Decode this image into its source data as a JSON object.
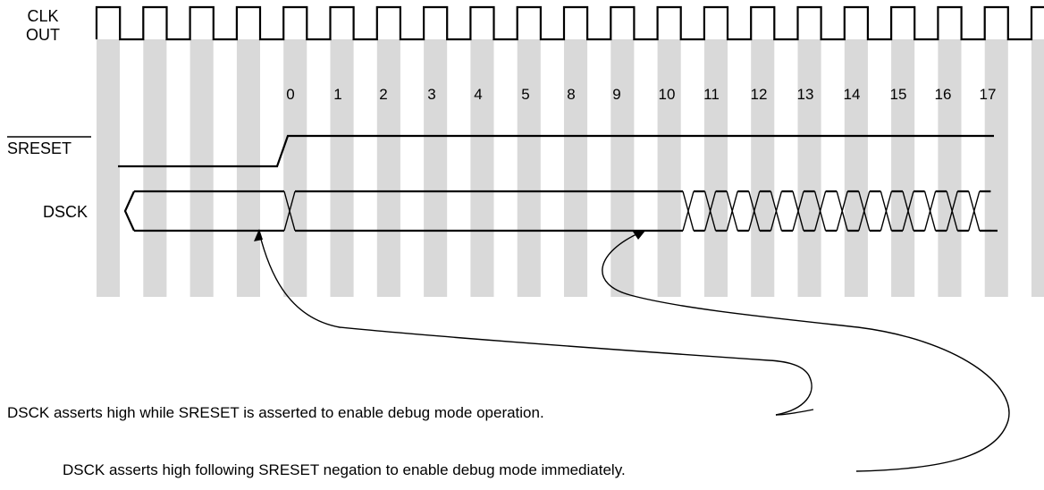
{
  "signals": {
    "clk_line1": "CLK",
    "clk_line2": "OUT",
    "sreset": "SRESET",
    "dsck": "DSCK"
  },
  "cycles": [
    "0",
    "1",
    "2",
    "3",
    "4",
    "5",
    "8",
    "9",
    "10",
    "11",
    "12",
    "13",
    "14",
    "15",
    "16",
    "17"
  ],
  "annotations": {
    "while_asserted": "DSCK asserts high while  SRESET is asserted to enable debug mode operation.",
    "after_negation": "DSCK asserts  high following SRESET negation to enable debug mode immediately."
  },
  "colors": {
    "shading": "#d9d9d9",
    "line": "#000000"
  }
}
